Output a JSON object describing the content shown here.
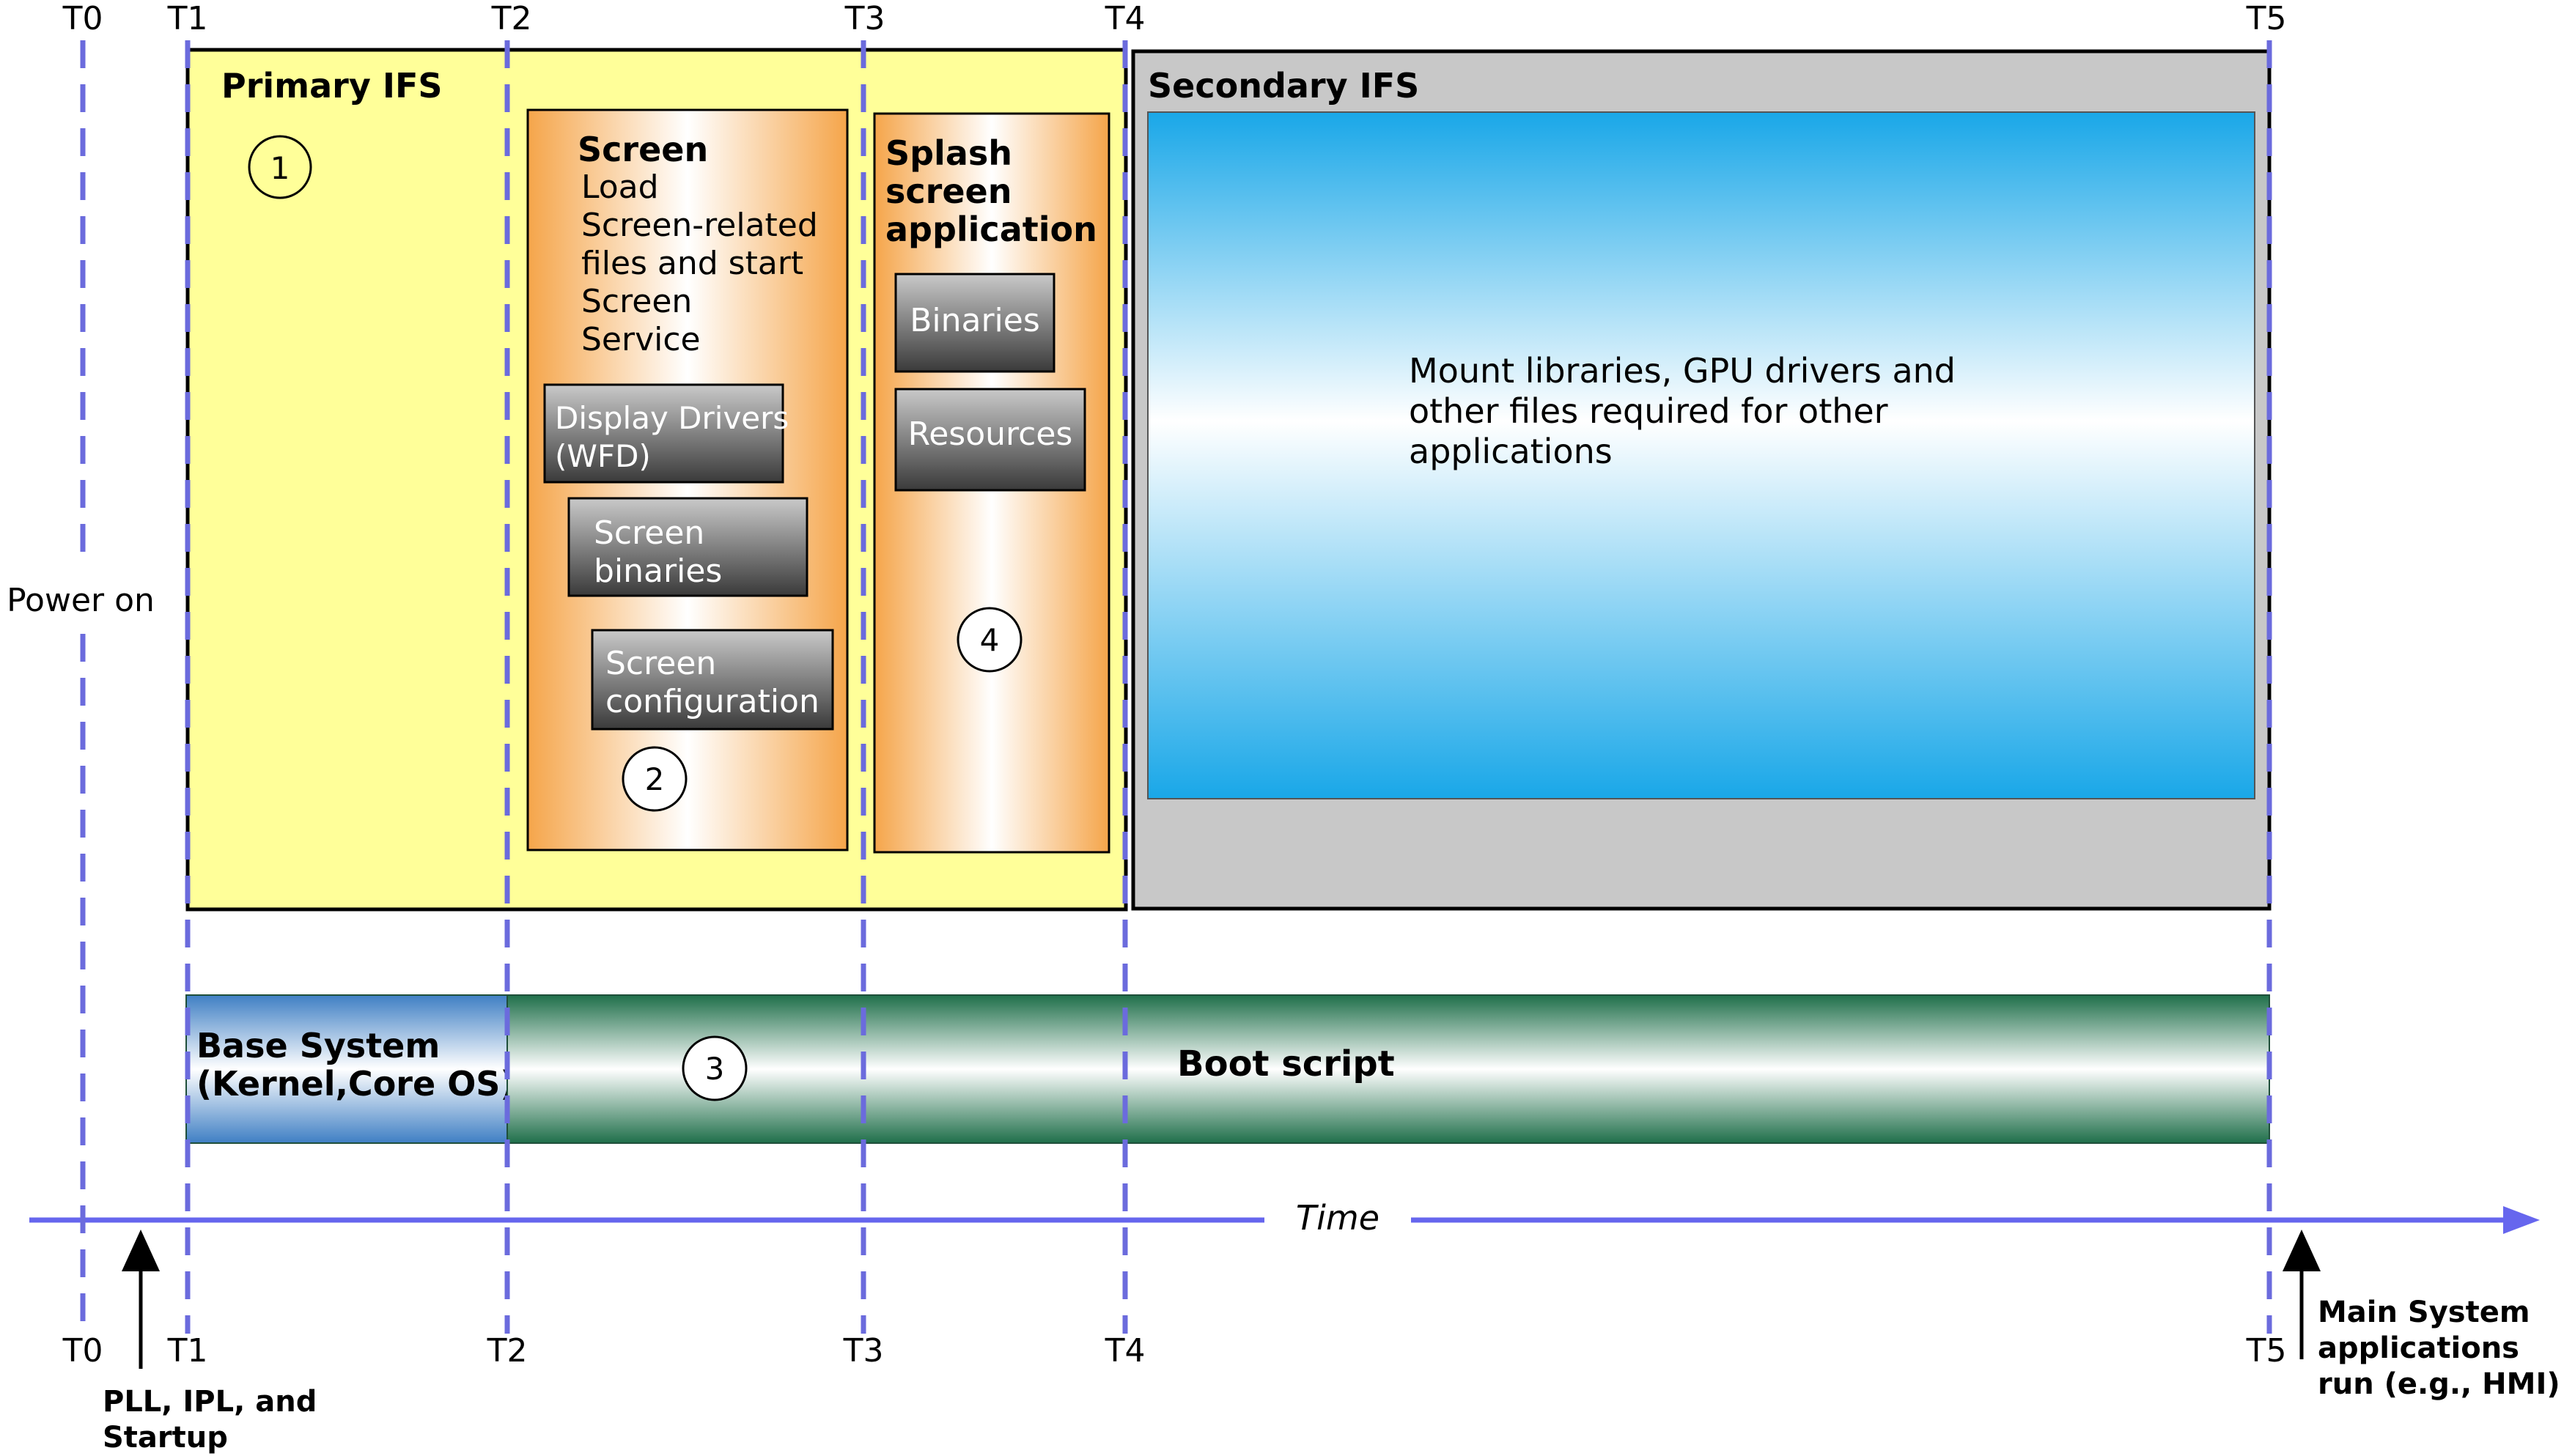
{
  "time_labels": [
    "T0",
    "T1",
    "T2",
    "T3",
    "T4",
    "T5"
  ],
  "power_on": "Power on",
  "primary_ifs": {
    "title": "Primary IFS",
    "step1": "1"
  },
  "screen_box": {
    "title": "Screen",
    "desc_lines": [
      "Load",
      "Screen-related",
      "files and start",
      "Screen",
      "Service"
    ],
    "display_drivers": [
      "Display Drivers",
      "(WFD)"
    ],
    "screen_binaries": [
      "Screen",
      "binaries"
    ],
    "screen_configuration": [
      "Screen",
      "configuration"
    ],
    "step2": "2"
  },
  "splash_box": {
    "title_lines": [
      "Splash",
      "screen",
      "application"
    ],
    "binaries": "Binaries",
    "resources": "Resources",
    "step4": "4"
  },
  "secondary_ifs": {
    "title": "Secondary IFS",
    "text_lines": [
      "Mount libraries, GPU drivers and",
      "other files  required for other",
      "applications"
    ]
  },
  "base_system": [
    "Base System",
    "(Kernel,Core OS)"
  ],
  "boot_script": "Boot script",
  "step3": "3",
  "time_axis": "Time",
  "pll_note": [
    "PLL, IPL, and",
    "Startup"
  ],
  "main_note": [
    "Main System",
    "applications",
    "run (e.g., HMI)"
  ],
  "colors": {
    "primary_fill": "#ffff99",
    "secondary_fill": "#c8c8c8",
    "orange": "#f5a54a",
    "cyan": "#19a7e8",
    "green": "#1f6f4a",
    "blue": "#3f7fc4",
    "axis": "#6666ee",
    "dash": "#6b6bdd"
  }
}
